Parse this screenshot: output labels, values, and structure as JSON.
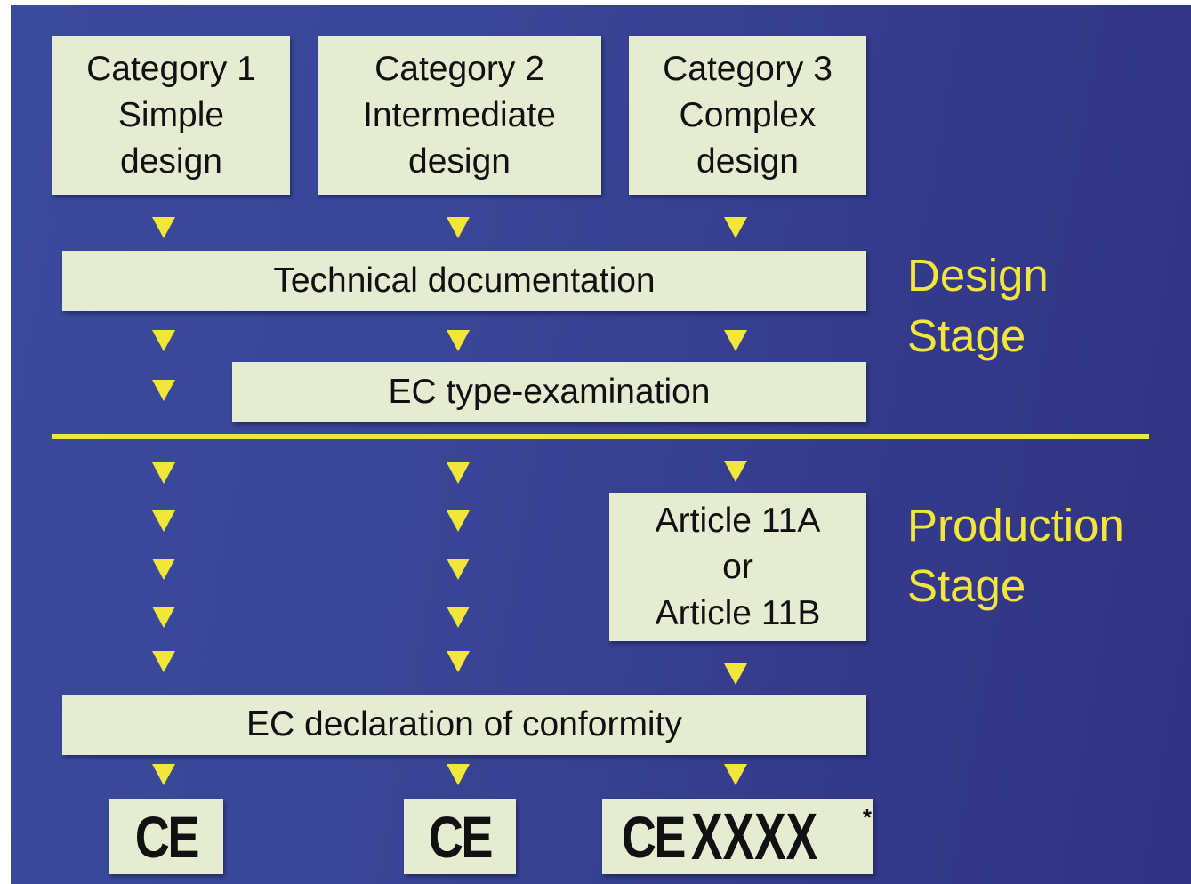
{
  "categories": [
    {
      "line1": "Category 1",
      "line2": "Simple",
      "line3": "design"
    },
    {
      "line1": "Category 2",
      "line2": "Intermediate",
      "line3": "design"
    },
    {
      "line1": "Category 3",
      "line2": "Complex",
      "line3": "design"
    }
  ],
  "technical_documentation": "Technical documentation",
  "ec_type_examination": "EC type-examination",
  "article_box": {
    "line1": "Article 11A",
    "line2": "or",
    "line3": "Article 11B"
  },
  "ec_declaration": "EC declaration of conformity",
  "design_stage": {
    "line1": "Design",
    "line2": "Stage"
  },
  "production_stage": {
    "line1": "Production",
    "line2": "Stage"
  },
  "ce_marks": [
    {
      "mark": "CE",
      "number": "",
      "asterisk": ""
    },
    {
      "mark": "CE",
      "number": "",
      "asterisk": ""
    },
    {
      "mark": "CE",
      "number": "XXXX",
      "asterisk": "*"
    }
  ],
  "colors": {
    "background": "#3a4698",
    "box_fill": "#e6ecd2",
    "accent_yellow": "#f2e63a",
    "text": "#111111"
  }
}
